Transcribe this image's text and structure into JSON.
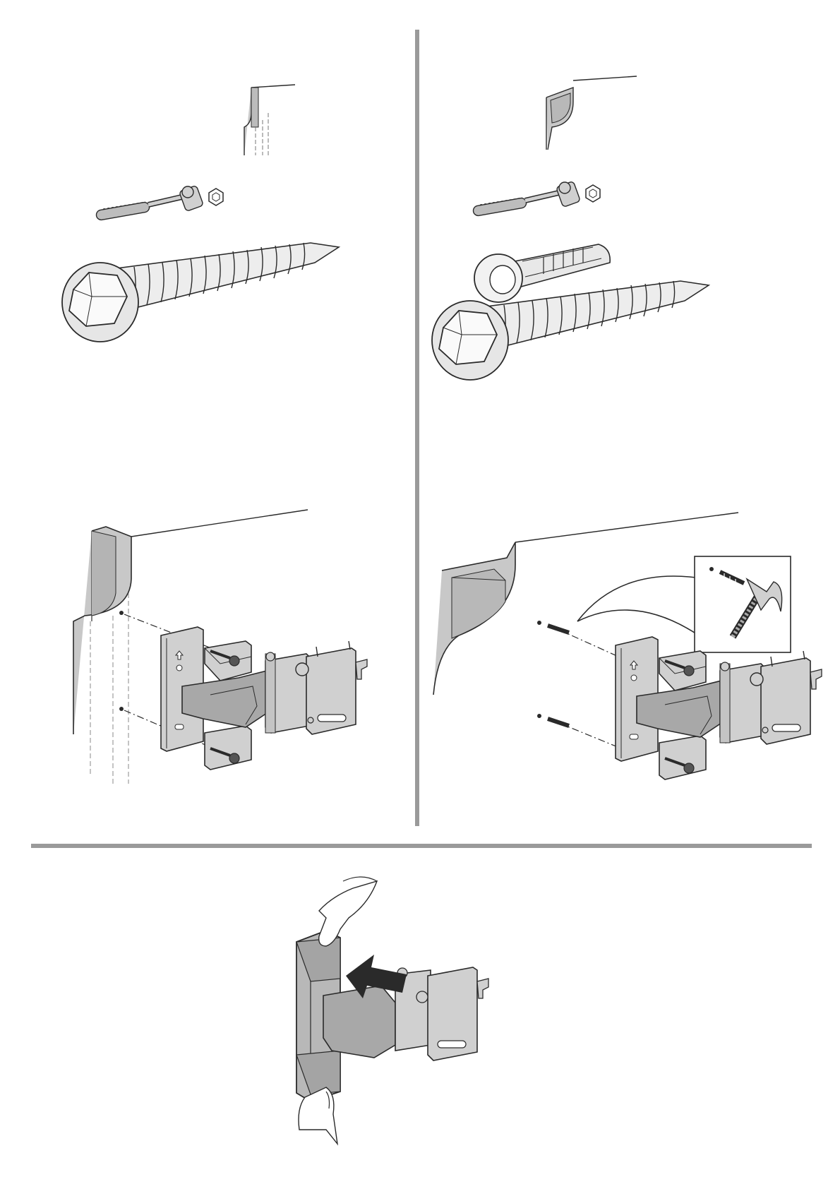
{
  "document": {
    "page_background": "#ffffff",
    "divider_color": "#9a9a9a",
    "part_fill": "#d0d0d0",
    "part_dark": "#a8a8a8",
    "line_color": "#2a2a2a",
    "panels": [
      {
        "id": "drywall-stud",
        "fasteners": [
          "socket-wrench-icon",
          "hex-bit-icon",
          "lag-screw-icon"
        ]
      },
      {
        "id": "concrete-wall",
        "fasteners": [
          "socket-wrench-icon",
          "hex-bit-icon",
          "wall-anchor-icon",
          "lag-screw-icon"
        ]
      },
      {
        "id": "attach-wall-plate",
        "steps": [
          "drill-marks",
          "drive-lag-screws"
        ]
      },
      {
        "id": "attach-wall-plate-concrete",
        "steps": [
          "drill-marks",
          "hammer-anchors",
          "drive-lag-screws"
        ]
      },
      {
        "id": "snap-on-cover",
        "steps": [
          "push-cover-onto-bracket"
        ]
      }
    ]
  }
}
